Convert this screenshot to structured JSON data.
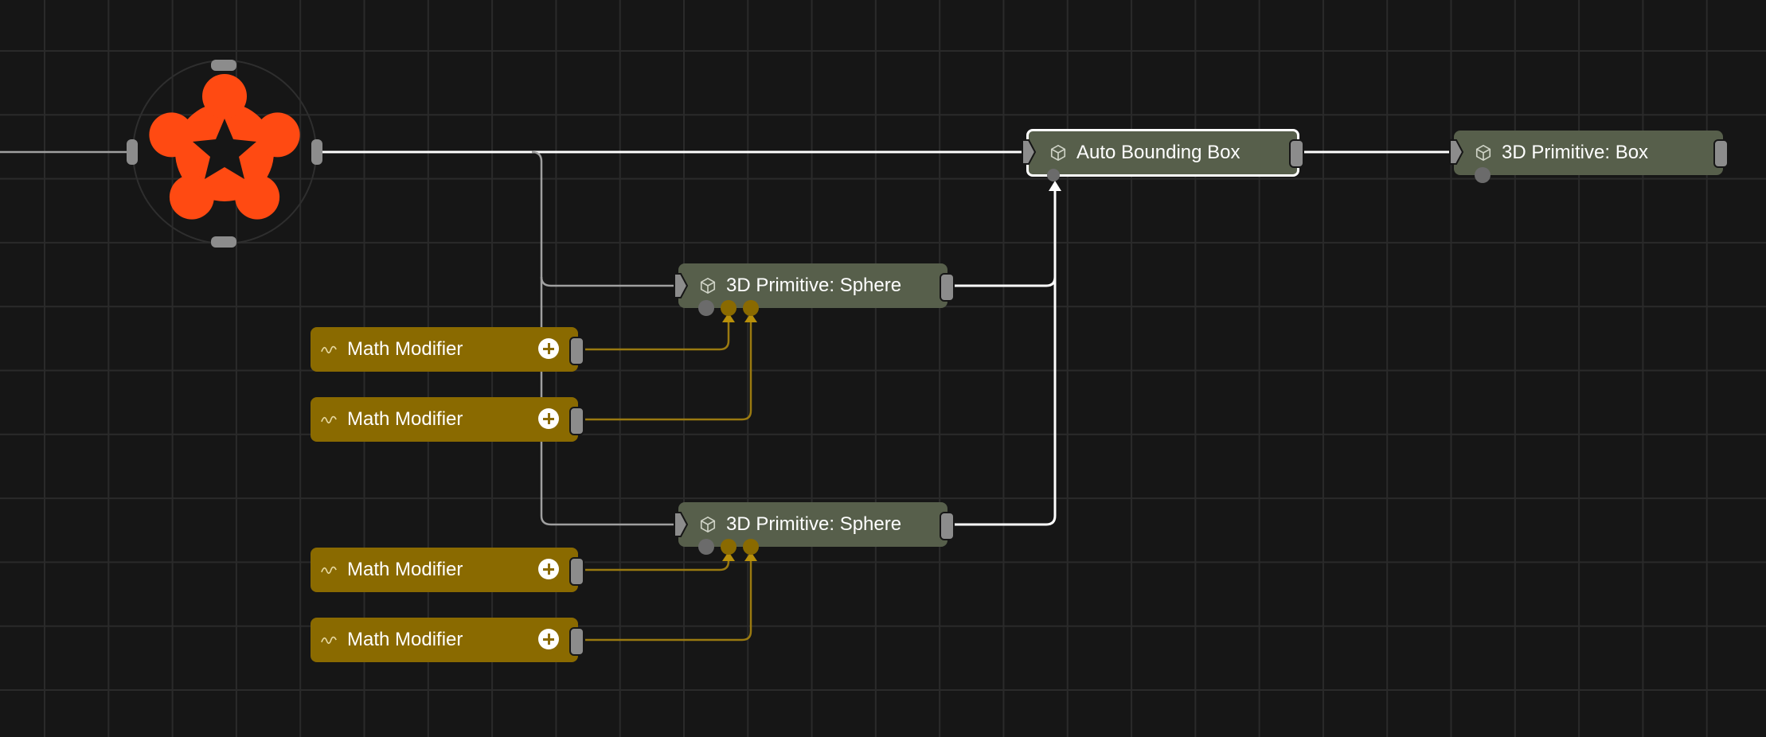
{
  "graph": {
    "hub_icon": "flower-logo-icon",
    "hub_color": "#ff4a12",
    "nodes": {
      "auto_bounding_box": {
        "label": "Auto Bounding Box",
        "icon": "cube-icon"
      },
      "box": {
        "label": "3D Primitive: Box",
        "icon": "cube-icon"
      },
      "sphere_1": {
        "label": "3D Primitive: Sphere",
        "icon": "cube-icon"
      },
      "sphere_2": {
        "label": "3D Primitive: Sphere",
        "icon": "cube-icon"
      },
      "modifier_1": {
        "label": "Math Modifier",
        "icon": "wave-icon"
      },
      "modifier_2": {
        "label": "Math Modifier",
        "icon": "wave-icon"
      },
      "modifier_3": {
        "label": "Math Modifier",
        "icon": "wave-icon"
      },
      "modifier_4": {
        "label": "Math Modifier",
        "icon": "wave-icon"
      }
    },
    "colors": {
      "primitive_node": "#575f4b",
      "modifier_node": "#8a6a00",
      "modifier_wire": "#9a7a10",
      "wire": "#ffffff",
      "grid": "#2a2a2a",
      "background": "#161616"
    }
  }
}
